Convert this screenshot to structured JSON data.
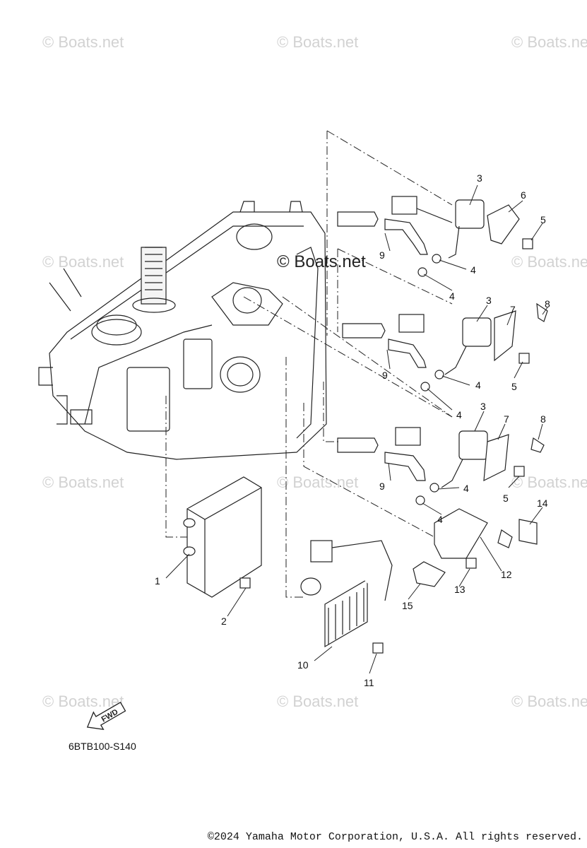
{
  "watermark_text": "© Boats.net",
  "center_watermark": "© Boats.net",
  "callouts": {
    "c1": "1",
    "c2": "2",
    "c3a": "3",
    "c3b": "3",
    "c3c": "3",
    "c4a": "4",
    "c4b": "4",
    "c4c": "4",
    "c4d": "4",
    "c4e": "4",
    "c4f": "4",
    "c5a": "5",
    "c5b": "5",
    "c5c": "5",
    "c6": "6",
    "c7a": "7",
    "c7b": "7",
    "c8a": "8",
    "c8b": "8",
    "c9a": "9",
    "c9b": "9",
    "c9c": "9",
    "c10": "10",
    "c11": "11",
    "c12": "12",
    "c13": "13",
    "c14": "14",
    "c15": "15"
  },
  "fwd_label": "FWD",
  "drawing_code": "6BTB100-S140",
  "copyright": "©2024 Yamaha Motor Corporation, U.S.A. All rights reserved."
}
